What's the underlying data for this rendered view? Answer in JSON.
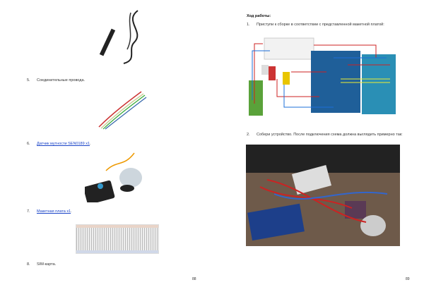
{
  "left_page": {
    "items": [
      {
        "num": "5.",
        "text": "Соединительные провода."
      },
      {
        "num": "6.",
        "text": "Датчик мутности SEN0189 x1",
        "suffix": "."
      },
      {
        "num": "7.",
        "text": "Макетная плата x1",
        "suffix": "."
      },
      {
        "num": "8.",
        "text": "SIM-карта."
      }
    ],
    "page_number": "88"
  },
  "right_page": {
    "heading": "Ход работы:",
    "steps": [
      {
        "num": "1.",
        "text": "Приступи к сборке в соответствии с представленной макетной платой:"
      },
      {
        "num": "2.",
        "text": "Собери устройство. После подключения схема должна выглядеть примерно так:"
      }
    ],
    "page_number": "89"
  }
}
